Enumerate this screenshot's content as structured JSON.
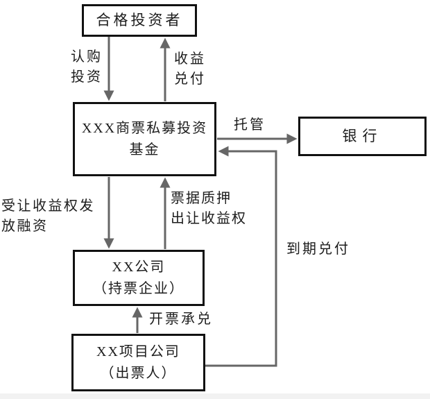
{
  "diagram": {
    "title": "commercial-paper-private-fund-structure",
    "colors": {
      "background": "#ffffff",
      "box_border": "#111111",
      "arrow": "#666666",
      "text": "#1c1c1c"
    },
    "nodes": {
      "investor": {
        "label": "合格投资者"
      },
      "fund": {
        "label": "XXX商票私募投资\n基金"
      },
      "bank": {
        "label": "银行"
      },
      "holder": {
        "label": "XX公司\n（持票企业）"
      },
      "project": {
        "label": "XX项目公司\n（出票人）"
      }
    },
    "edges": {
      "subscribe": {
        "label": "认购\n投资",
        "from": "investor",
        "to": "fund",
        "direction": "down"
      },
      "payout": {
        "label": "收益\n兑付",
        "from": "fund",
        "to": "investor",
        "direction": "up"
      },
      "custody": {
        "label": "托管",
        "from": "fund",
        "to": "bank",
        "direction": "right"
      },
      "financing": {
        "label": "受让收益权发\n放融资",
        "from": "fund",
        "to": "holder",
        "direction": "down"
      },
      "pledge": {
        "label": "票据质押\n出让收益权",
        "from": "holder",
        "to": "fund",
        "direction": "up"
      },
      "acceptance": {
        "label": "开票承兑",
        "from": "project",
        "to": "holder",
        "direction": "up"
      },
      "maturity": {
        "label": "到期兑付",
        "from": "project",
        "to": "fund",
        "direction": "right-up-left"
      }
    }
  }
}
